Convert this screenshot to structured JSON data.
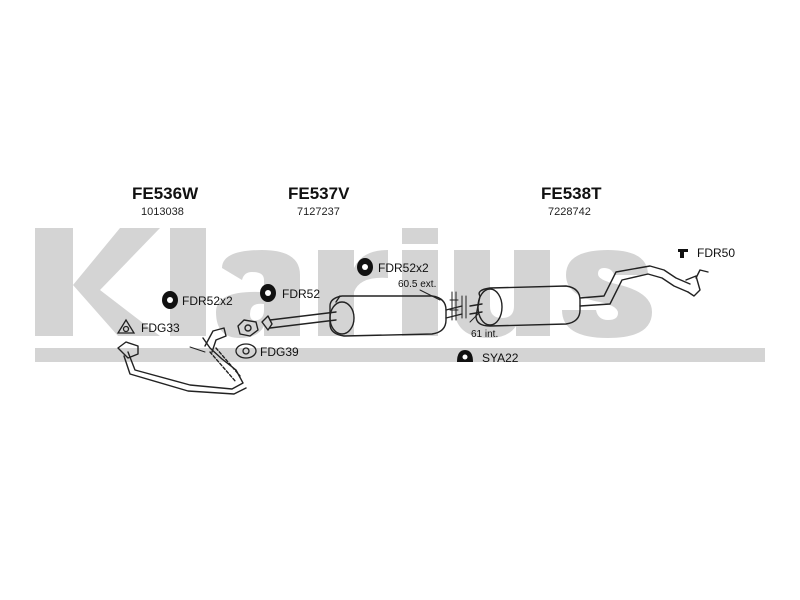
{
  "brand": {
    "watermark_text": "Klarius",
    "watermark_color": "#cfcfcf"
  },
  "sections": [
    {
      "code": "FE536W",
      "number": "1013038"
    },
    {
      "code": "FE537V",
      "number": "7127237"
    },
    {
      "code": "FE538T",
      "number": "7228742"
    }
  ],
  "callouts": {
    "fdr52x2_left": "FDR52x2",
    "fdr52": "FDR52",
    "fdr52x2_mid": "FDR52x2",
    "fdr50": "FDR50",
    "fdg33": "FDG33",
    "fdg39": "FDG39",
    "sya22": "SYA22"
  },
  "dimensions": {
    "ext": "60.5 ext.",
    "int": "61 int."
  },
  "colors": {
    "line": "#222222",
    "icon": "#111111"
  }
}
